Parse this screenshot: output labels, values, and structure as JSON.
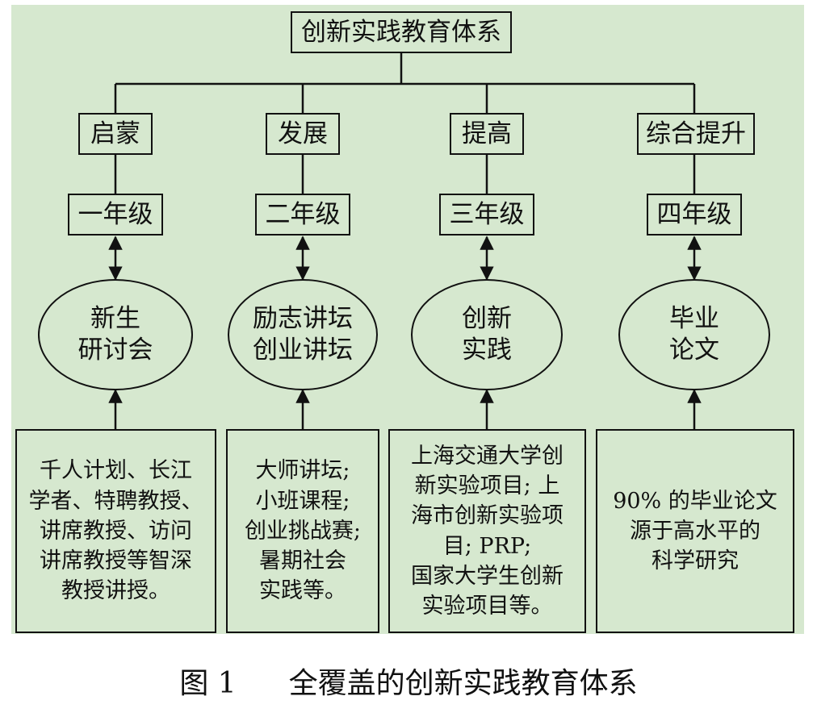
{
  "title": "创新实践教育体系",
  "columns": [
    {
      "stage": "启蒙",
      "grade": "一年级",
      "activity": [
        "新生",
        "研讨会"
      ],
      "details": [
        "千人计划、长江",
        "学者、特聘教授、",
        "讲席教授、访问",
        "讲席教授等智深",
        "教授讲授。"
      ]
    },
    {
      "stage": "发展",
      "grade": "二年级",
      "activity": [
        "励志讲坛",
        "创业讲坛"
      ],
      "details": [
        "大师讲坛;",
        "小班课程;",
        "创业挑战赛;",
        "暑期社会",
        "实践等。"
      ]
    },
    {
      "stage": "提高",
      "grade": "三年级",
      "activity": [
        "创新",
        "实践"
      ],
      "details": [
        "上海交通大学创",
        "新实验项目; 上",
        "海市创新实验项",
        "目; PRP;",
        "国家大学生创新",
        "实验项目等。"
      ]
    },
    {
      "stage": "综合提升",
      "grade": "四年级",
      "activity": [
        "毕业",
        "论文"
      ],
      "details": [
        "90% 的毕业论文",
        "源于高水平的",
        "科学研究"
      ]
    }
  ],
  "caption": {
    "label": "图 1",
    "text": "全覆盖的创新实践教育体系"
  }
}
